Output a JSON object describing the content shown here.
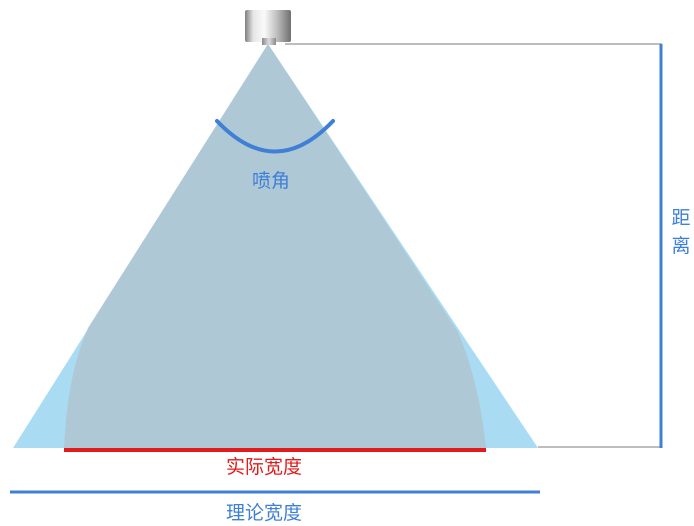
{
  "labels": {
    "spray_angle": "喷角",
    "actual_width": "实际宽度",
    "theoretical_width": "理论宽度",
    "distance": "距离"
  },
  "colors": {
    "angle_arc": "#3f7fd6",
    "actual_width": "#e11b1b",
    "theoretical_width": "#3f7fd6",
    "distance": "#3f7fd6",
    "outer_spray": "#a9dcf3",
    "effective_spray": "#aec8d6",
    "nozzle_top": "#c9c9c9",
    "bracket_line": "#bdbdbd"
  }
}
